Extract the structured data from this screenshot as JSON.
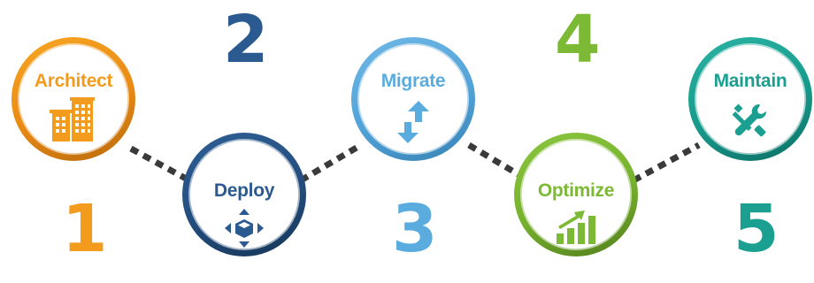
{
  "steps": [
    {
      "label": "Architect",
      "number": "1",
      "icon": "buildings-icon",
      "color": "#f29b1d"
    },
    {
      "label": "Deploy",
      "number": "2",
      "icon": "deploy-arrows-cube-icon",
      "color": "#2a5a8f"
    },
    {
      "label": "Migrate",
      "number": "3",
      "icon": "swap-arrows-icon",
      "color": "#5aacdf"
    },
    {
      "label": "Optimize",
      "number": "4",
      "icon": "growth-bars-icon",
      "color": "#7cb935"
    },
    {
      "label": "Maintain",
      "number": "5",
      "icon": "wrench-screwdriver-icon",
      "color": "#1a9f90"
    }
  ],
  "connector": {
    "style": "dashed",
    "color": "#3a3a3a"
  }
}
